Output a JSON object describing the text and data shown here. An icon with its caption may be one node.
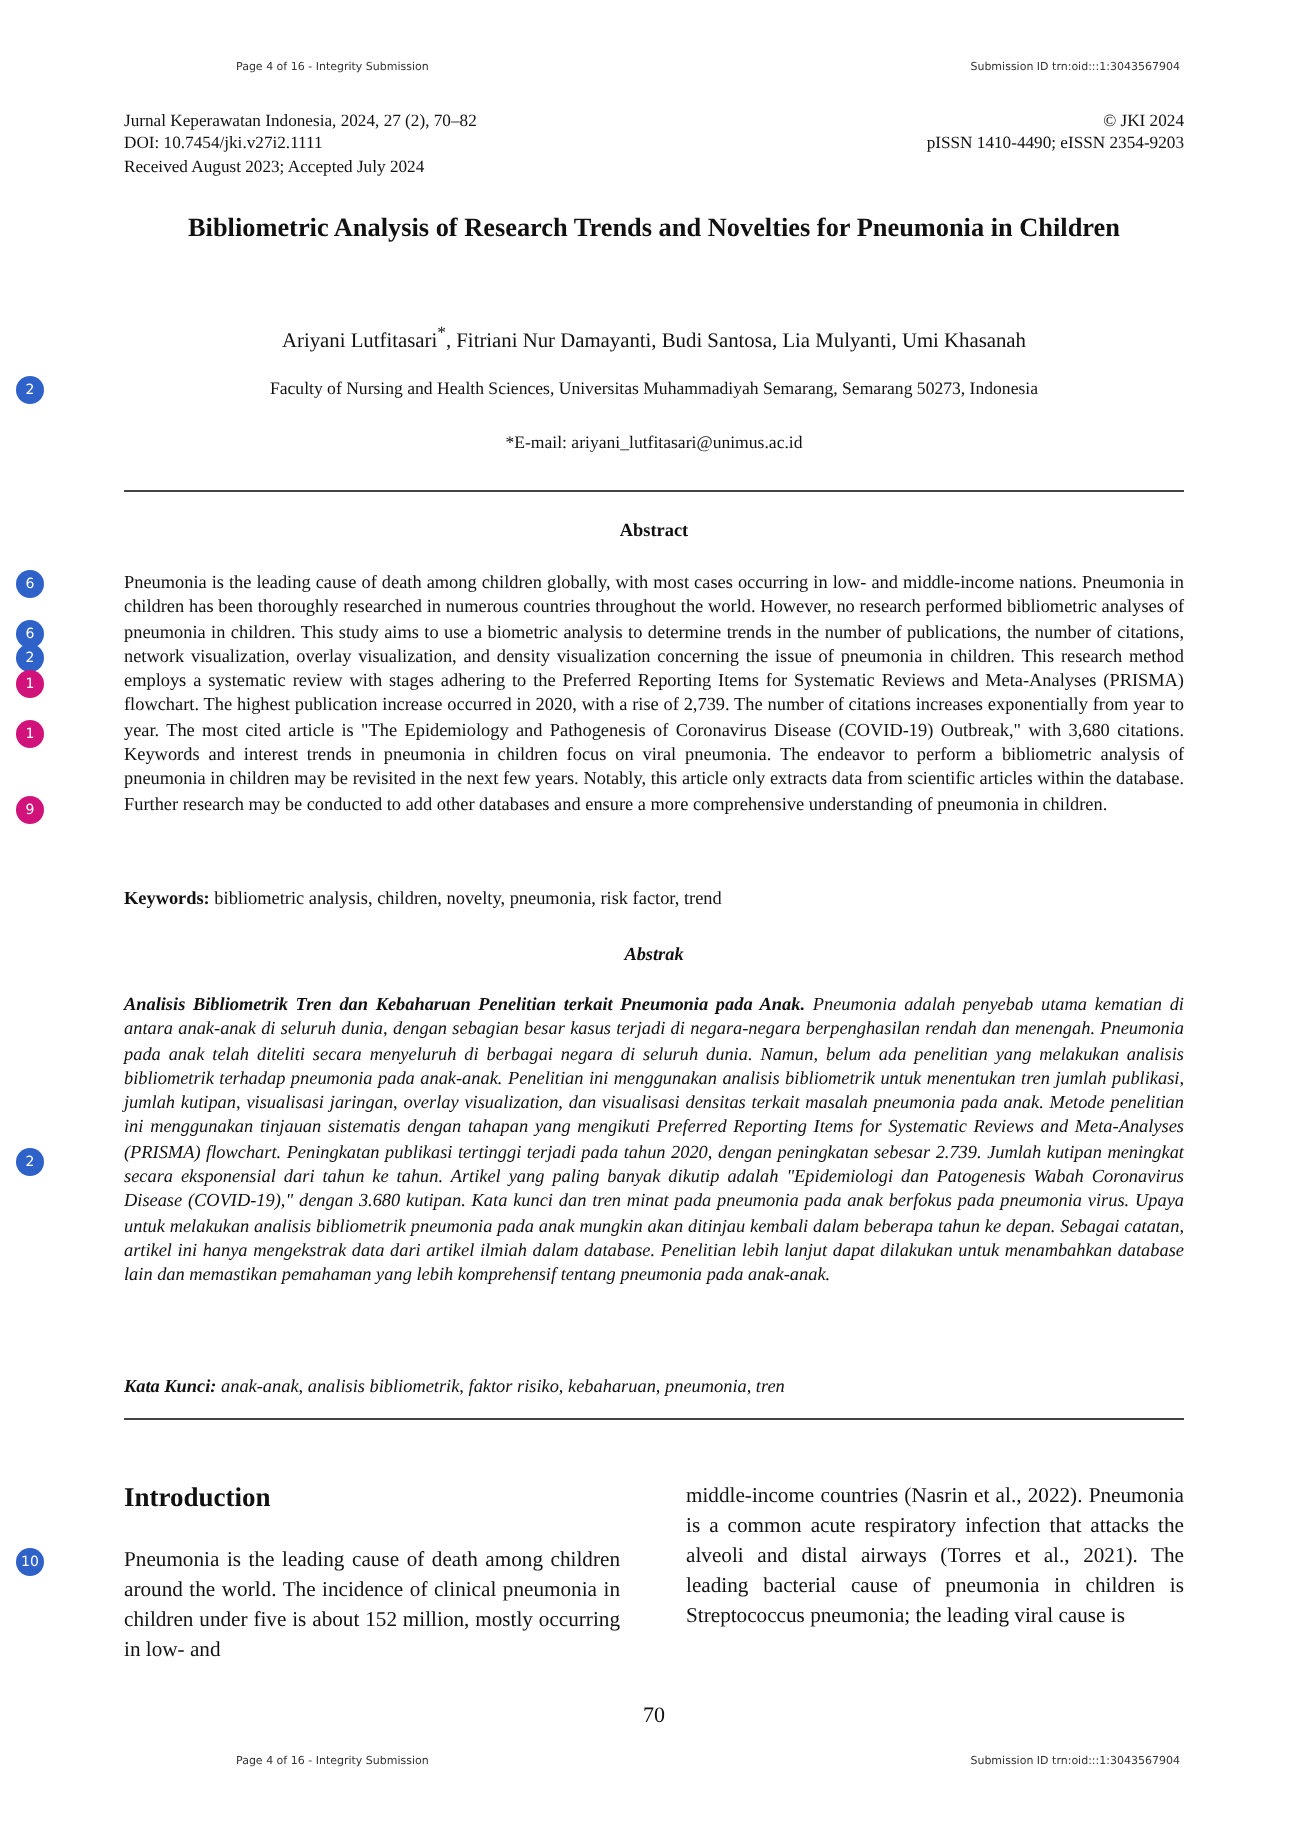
{
  "diagram": {
    "title": "Bibliometric Analysis of Research Trends and Novelties for Pneumonia in Children",
    "labels": [
      "Page 4 of 16 - Integrity Submission",
      "Submission ID trn:oid:::1:3043567904",
      "Jurnal Keperawatan Indonesia, 2024, 27 (2), 70–82",
      "DOI: 10.7454/jki.v27i2.1111",
      "Received August 2023; Accepted July 2024",
      "© JKI 2024",
      "pISSN 1410-4490; eISSN 2354-9203",
      "Ariyani Lutfitasari$^{*}$, Fitriani Nur Damayanti, Budi Santosa, Lia Mulyanti, Umi Khasanah",
      "2",
      "Faculty of Nursing and Health Sciences, Universitas Muhammadiyah Semarang, Semarang 50273, Indonesia",
      "*E-mail: ariyani_lutfitasari@unimus.ac.id",
      "Abstract",
      "6",
      "6",
      "2",
      "1",
      "1",
      "9",
      "Pneumonia is the leading cause of death among children globally, with most cases occurring in low- and middle-income nations. Pneumonia in children has been thoroughly researched in numerous countries throughout the world. However, no research performed bibliometric analyses of pneumonia in children. This study aims to use a biometric analysis to determine trends in the number of publications, the number of citations, network visualization, overlay visualization, and density visualization concerning the issue of pneumonia in children. This research method employs a systematic review with stages adhering to the Preferred Reporting Items for Systematic Reviews and Meta-Analyses (PRISMA) flowchart. The highest publication increase occurred in 2020, with a rise of 2,739. The number of citations increases exponentially from year to year. The most cited article is \"The Epidemiology and Pathogenesis of Coronavirus Disease (COVID-19) Outbreak,\" with 3,680 citations. Keywords and interest trends in pneumonia in children focus on viral pneumonia. The endeavor to perform a bibliometric analysis of pneumonia in children may be revisited in the next few years. Notably, this article only extracts data from scientific articles within the database. Further research may be conducted to add other databases and ensure a more comprehensive understanding of pneumonia in children.",
      "**Keywords:** bibliometric analysis, children, novelty, pneumonia, risk factor, trend",
      "Abstrak",
      "**Analisis Bibliometrik Tren dan Kebaharuan Penelitian terkait Pneumonia pada Anak.** Pneumonia adalah penyebab utama kematian di antara anak-anak di seluruh dunia, dengan sebagian besar kasus terjadi di negara-negara berpenghasilan rendah dan menengah. Pneumonia pada anak telah diteliti secara menyeluruh di berbagai negara di seluruh dunia. Namun, belum ada penelitian yang melakukan analisis bibliometrik terhadap pneumonia pada anak-anak. Penelitian ini menggunakan analisis bibliometrik untuk menentukan tren jumlah publikasi, jumlah kutipan, visualisasi jaringan, overlay visualization, dan visualisasi densitas terkait masalah pneumonia pada anak. Metode penelitian ini menggunakan tinjauan sistematis dengan tahapan yang mengikuti Preferred Reporting Items for Systematic Reviews and Meta-Analyses (PRISMA) flowchart. Peningkatan publikasi tertinggi terjadi pada tahun 2020, dengan peningkatan sebesar 2.739. Jumlah kutipan meningkat secara eksponensial dari tahun ke tahun. Artikel yang paling banyak dikutip adalah \"Epidemiologi dan Patogenesis Wabah Coronavirus Disease (COVID-19),\" dengan 3.680 kutipan. Kata kunci dan tren minat pada pneumonia pada anak berfokus pada pneumonia virus. Upaya untuk melakukan analisis bibliometrik pneumonia pada anak mungkin akan ditinjau kembali dalam beberapa tahun ke depan. Sebagai catatan, artikel ini hanya mengekstrak data dari artikel ilmiah dalam database. Penelitian lebih lanjut dapat dilakukan untuk menambahkan database lain dan memastikan pemahaman yang lebih komprehensif tentang pneumonia pada anak-anak.",
      "2",
      "**Kata Kunci:** anak-anak, analisis bibliometrik, faktor risiko, kebaharuan, pneumonia, tren",
      "Introduction",
      "10",
      "Pneumonia is the leading cause of death among children around the world. The incidence of clinical pneumonia in children under five is about 152 million, mostly occurring in low- and",
      "middle-income countries (Nasrin et al., 2022). Pneumonia is a common acute respiratory infection that attacks the alveoli and distal airways (Torres et al., 2021). The leading bacterial cause of pneumonia in children is Streptococcus pneumonia; the leading viral cause is",
      "70",
      "Page 4 of 16 - Integrity Submission",
      "Submission ID trn:oid:::1:3043567904"
    ]
  }
}
